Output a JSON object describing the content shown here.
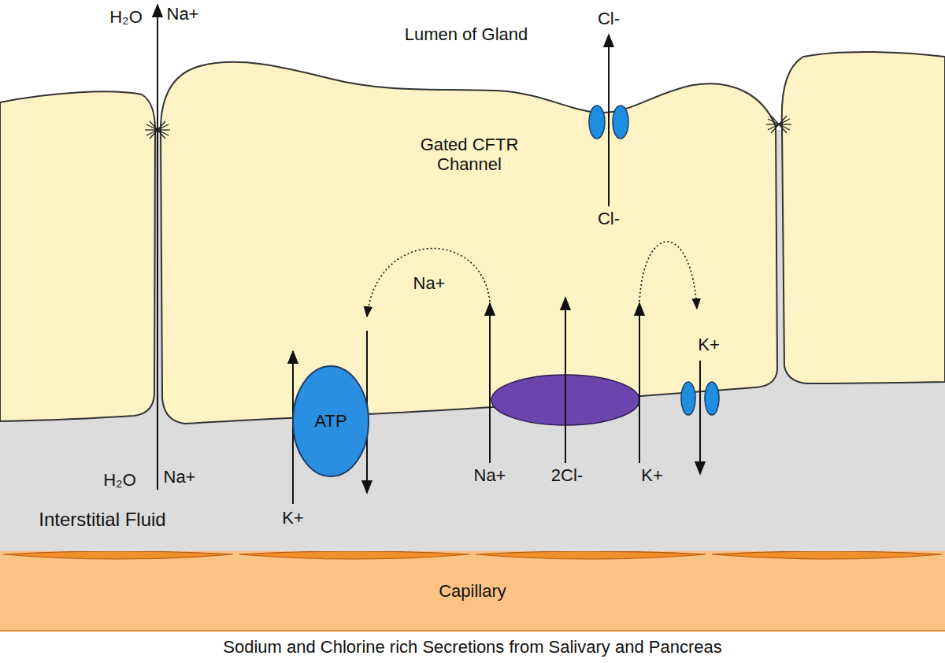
{
  "diagram": {
    "caption": "Sodium and Chlorine rich Secretions from Salivary and Pancreas",
    "nodes": [
      {
        "text": [
          "ATP"
        ]
      },
      {
        "text": [
          "Capillary"
        ]
      }
    ],
    "labels": [
      "H₂O",
      "Na+",
      "Lumen of Gland",
      "Cl-",
      "Gated CFTR Channel",
      "Cl-",
      "Na+",
      "Na+",
      "2Cl-",
      "K+",
      "K+",
      "H₂O",
      "Na+",
      "Interstitial Fluid",
      "K+"
    ]
  }
}
